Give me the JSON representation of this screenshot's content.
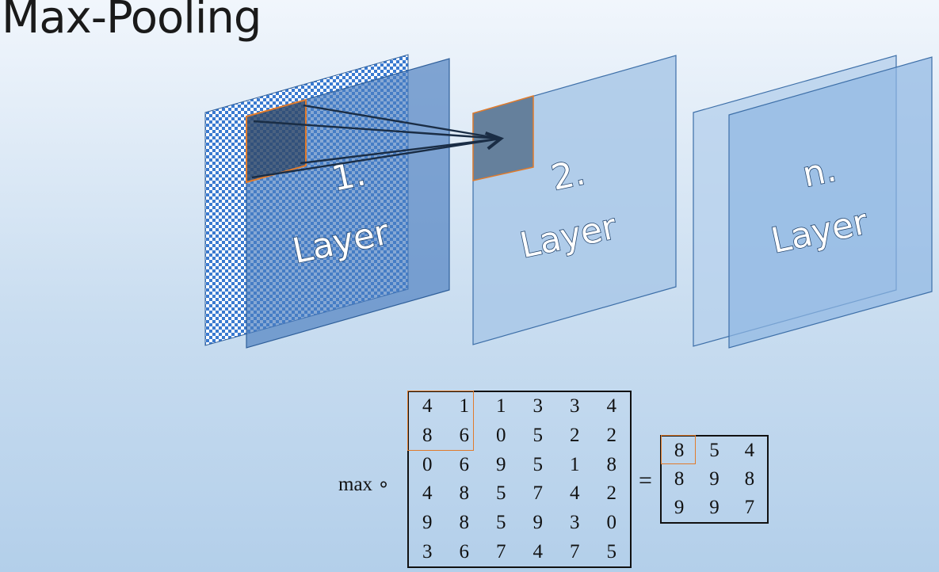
{
  "title": "Max-Pooling",
  "layers": [
    {
      "number": "1.",
      "name": "Layer"
    },
    {
      "number": "2.",
      "name": "Layer"
    },
    {
      "number": "n.",
      "name": "Layer"
    }
  ],
  "operator_label": "max ∘",
  "equals": "=",
  "input_matrix": [
    [
      "4",
      "1",
      "1",
      "3",
      "3",
      "4"
    ],
    [
      "8",
      "6",
      "0",
      "5",
      "2",
      "2"
    ],
    [
      "0",
      "6",
      "9",
      "5",
      "1",
      "8"
    ],
    [
      "4",
      "8",
      "5",
      "7",
      "4",
      "2"
    ],
    [
      "9",
      "8",
      "5",
      "9",
      "3",
      "0"
    ],
    [
      "3",
      "6",
      "7",
      "4",
      "7",
      "5"
    ]
  ],
  "output_matrix": [
    [
      "8",
      "5",
      "4"
    ],
    [
      "8",
      "9",
      "8"
    ],
    [
      "9",
      "9",
      "7"
    ]
  ],
  "colors": {
    "highlight": "#e07b2c",
    "layer_dark": "#5f8cc4",
    "layer_light": "#a9c8e8",
    "checker": "#3a7ad0"
  }
}
